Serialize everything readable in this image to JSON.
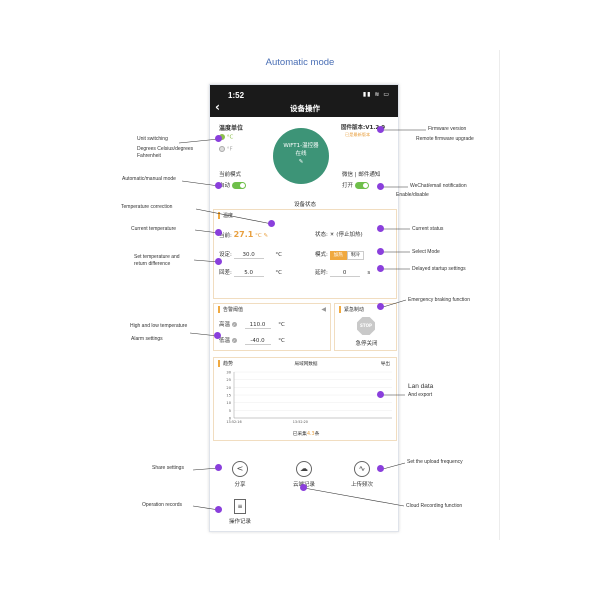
{
  "caption": "Automatic mode",
  "phone": {
    "time": "1:52",
    "status_icons": "▮▮ ≋ ▭",
    "nav_title": "设备操作",
    "unit_label": "温度单位",
    "unit_c": "°C",
    "unit_f": "°F",
    "firmware_version": "固件版本:V1.2.9",
    "firmware_upgrade": "已是最新版本",
    "device_name": "WiFT1-温控器",
    "device_status": "在线",
    "device_edit_icon": "✎",
    "mode_label": "当前模式",
    "mode_value": "自动",
    "notify_label": "微信 | 邮件通知",
    "notify_value": "打开",
    "section_title": "设备状态",
    "temp_panel": {
      "title": "温度",
      "current_label": "当前:",
      "current_value": "27.1",
      "current_unit": "°C",
      "state_label": "状态:",
      "state_value": "(停止加热)",
      "setpoint_label": "设定:",
      "setpoint_value": "30.0",
      "setpoint_unit": "°C",
      "mode_label": "模式:",
      "mode_heat": "加热",
      "mode_cool": "制冷",
      "diff_label": "回差:",
      "diff_value": "5.0",
      "diff_unit": "°C",
      "delay_label": "延时:",
      "delay_value": "0",
      "delay_unit": "s"
    },
    "alarm_panel": {
      "title": "告警阈值",
      "high_label": "高温",
      "high_value": "110.0",
      "high_unit": "°C",
      "low_label": "低温",
      "low_value": "-40.0",
      "low_unit": "°C"
    },
    "emergency_panel": {
      "title": "紧急制动",
      "stop_text": "STOP",
      "label": "急停关闭"
    },
    "trend_panel": {
      "title": "趋势",
      "subtitle": "局域网数据",
      "export": "导出",
      "footer_prefix": "已采集",
      "footer_count": "4.3",
      "footer_suffix": "条"
    },
    "buttons": {
      "share": "分享",
      "cloud": "云端记录",
      "upload": "上传频次",
      "log": "操作记录"
    }
  },
  "chart_data": {
    "type": "line",
    "title": "",
    "y_ticks": [
      "30",
      "25",
      "20",
      "15",
      "10",
      "5",
      "0"
    ],
    "x_ticks": [
      "13:52:16",
      "13:52:20"
    ],
    "ylim": [
      0,
      30
    ],
    "series": []
  },
  "annotations": {
    "unit_switching": "Unit switching",
    "degrees": "Degrees Celsius/degrees\nFahrenheit",
    "auto_manual": "Automatic/manual mode",
    "temp_correction": "Temperature correction",
    "current_temp": "Current temperature",
    "set_temp": "Set temperature and\nreturn difference",
    "high_low": "High and low temperature",
    "alarm": "Alarm settings",
    "share": "Share settings",
    "operation": "Operation records",
    "firmware": "Firmware version",
    "remote_firmware": "Remote firmware upgrade",
    "wechat": "WeChat/email notification",
    "enable": "Enable/disable",
    "current_status": "Current status",
    "select_mode": "Select Mode",
    "delayed": "Delayed startup settings",
    "emergency": "Emergency braking function",
    "lan": "Lan data",
    "export": "And export",
    "upload": "Set the upload frequency",
    "cloud": "Cloud Recording function"
  },
  "colors": {
    "accent": "#8a3fdc",
    "device_circle": "#3d9477",
    "orange": "#f0a940",
    "toggle": "#6fbf4a"
  }
}
